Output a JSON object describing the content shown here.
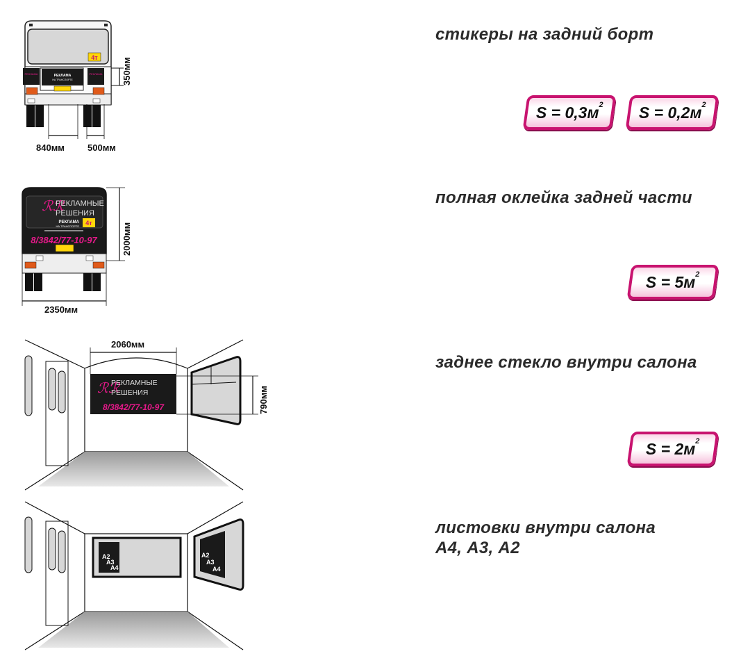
{
  "section1": {
    "heading": "стикеры на задний борт",
    "dim_height": "350мм",
    "dim_a": "840мм",
    "dim_b": "500мм",
    "badge_a": "S = 0,3м",
    "badge_b": "S = 0,2м",
    "badge_sup": "2",
    "weight_tag": "4т",
    "sticker_brand": "РЕКЛАМНЫЕ РЕШЕНИЯ",
    "sticker_line1": "РЕКЛАМА",
    "sticker_line2": "НА ТРАНСПОРТЕ"
  },
  "section2": {
    "heading": "полная оклейка задней части",
    "dim_height": "2000мм",
    "dim_width": "2350мм",
    "badge": "S = 5м",
    "badge_sup": "2",
    "brand_top": "РЕКЛАМНЫЕ",
    "brand_bottom": "РЕШЕНИЯ",
    "ad_line1": "РЕКЛАМА",
    "ad_line2": "НА ТРАНСПОРТЕ",
    "weight_tag": "4т",
    "phone": "8/3842/77-10-97"
  },
  "section3": {
    "heading": "заднее стекло внутри салона",
    "dim_width": "2060мм",
    "dim_height": "790мм",
    "badge": "S = 2м",
    "badge_sup": "2",
    "brand_top": "РЕКЛАМНЫЕ",
    "brand_bottom": "РЕШЕНИЯ",
    "phone": "8/3842/77-10-97"
  },
  "section4": {
    "heading_line1": "листовки внутри салона",
    "heading_line2": "А4, А3, А2",
    "sizes": [
      "A2",
      "A3",
      "A4"
    ]
  },
  "colors": {
    "magenta": "#c8136f",
    "ad_black": "#1a1a1a",
    "window_grey": "#d7d7d7",
    "sticker_yellow": "#ffd60a",
    "pink_text": "#e8198b"
  }
}
